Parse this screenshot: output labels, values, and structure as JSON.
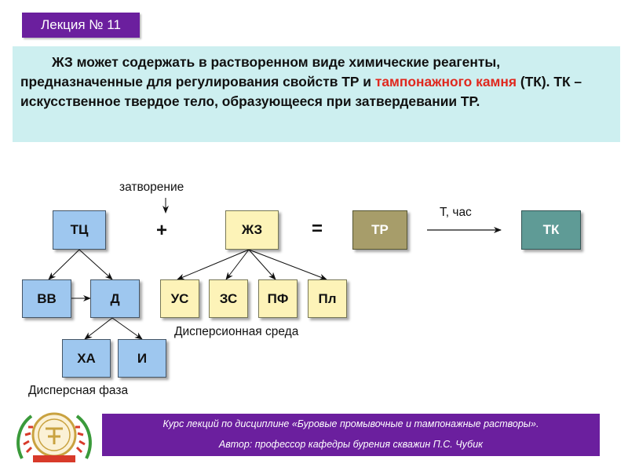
{
  "lecture_badge": "Лекция № 11",
  "intro": {
    "part1": "ЖЗ может содержать в растворенном виде химические реагенты, предназначенные для регулирования свойств ТР и ",
    "highlight": "тампонажного камня",
    "part2": " (ТК). ТК – искусственное твердое тело, образующееся при затвердевании ТР."
  },
  "diagram": {
    "label_zatvorenie": "затворение",
    "label_time": "Т, час",
    "op_plus": "+",
    "op_equals": "=",
    "nodes": {
      "tc": "ТЦ",
      "zhz": "ЖЗ",
      "tr": "ТР",
      "tk": "ТК",
      "vv": "ВВ",
      "d": "Д",
      "ha": "ХА",
      "i": "И",
      "us": "УС",
      "zs": "ЗС",
      "pf": "ПФ",
      "pl": "Пл"
    },
    "label_dispersion_medium": "Дисперсионная среда",
    "label_dispersed_phase": "Дисперсная фаза"
  },
  "footer": {
    "line1": "Курс лекций по дисциплине «Буровые промывочные и тампонажные растворы».",
    "line2": "Автор: профессор кафедры бурения скважин П.С. Чубик"
  },
  "colors": {
    "purple": "#6b1f9e",
    "intro_bg": "#cdeff0",
    "highlight_red": "#e0281e",
    "node_blue": "#9ec7ef",
    "node_yellow": "#fdf3b8",
    "node_tan": "#a79d6a",
    "node_teal": "#5f9b96"
  }
}
